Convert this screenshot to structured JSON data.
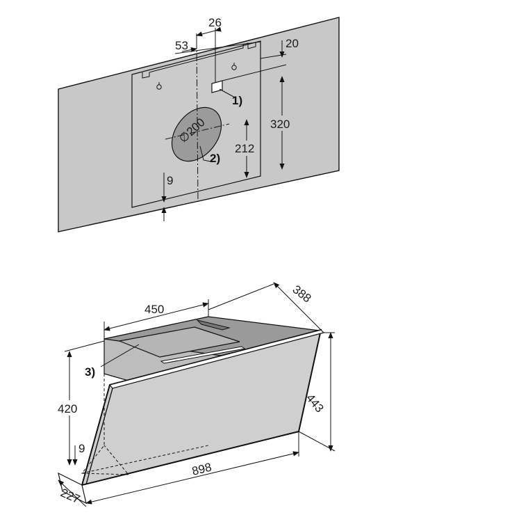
{
  "wall_diagram": {
    "dimensions": {
      "d26": "26",
      "d53": "53",
      "d20": "20",
      "d320": "320",
      "d212": "212",
      "d9": "9",
      "d200": "∅200"
    },
    "callouts": {
      "c1": "1)",
      "c2": "2)"
    }
  },
  "hood_diagram": {
    "dimensions": {
      "d450": "450",
      "d388": "388",
      "d420": "420",
      "d443": "443",
      "d9": "9",
      "d898": "898",
      "d227": "227"
    },
    "callouts": {
      "c3": "3)"
    }
  },
  "colors": {
    "wall_fill": "#c8c8c8",
    "panel_fill": "#d0d0d0",
    "hood_top": "#9a9a9a",
    "hood_side": "#bdbdbd",
    "filter": "#b5b5b5",
    "line": "#111111"
  }
}
